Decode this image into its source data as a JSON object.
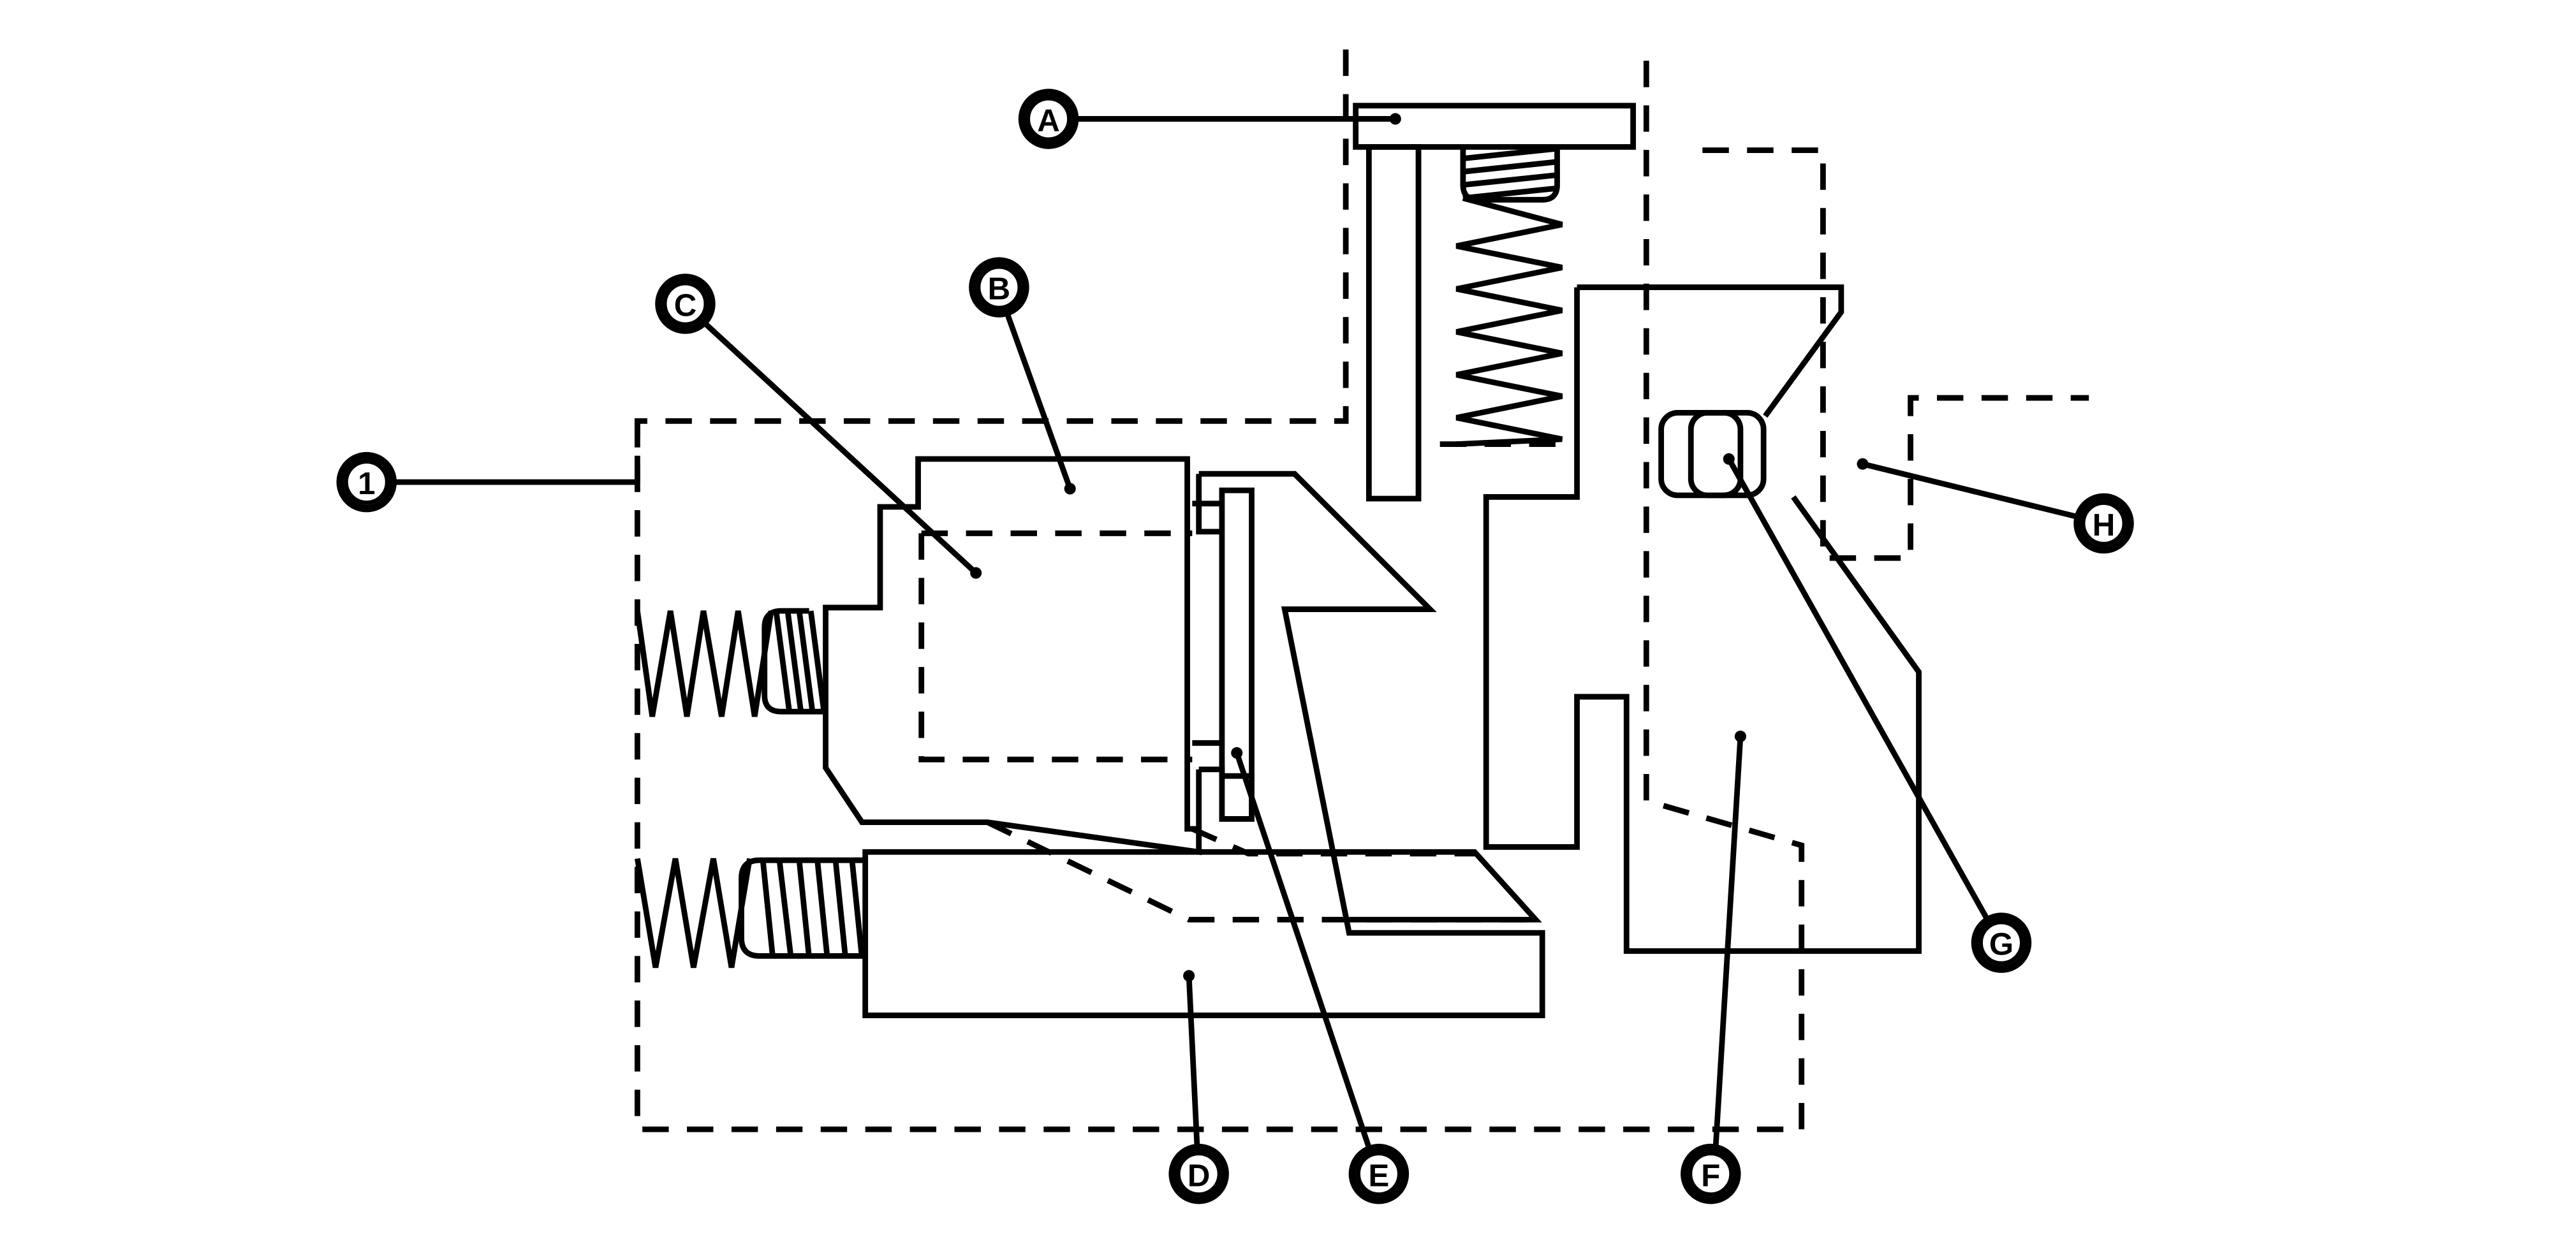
{
  "callouts": {
    "c1": "1",
    "A": "A",
    "B": "B",
    "C": "C",
    "D": "D",
    "E": "E",
    "F": "F",
    "G": "G",
    "H": "H"
  },
  "colors": {
    "ink": "#000000",
    "background": "#ffffff"
  }
}
